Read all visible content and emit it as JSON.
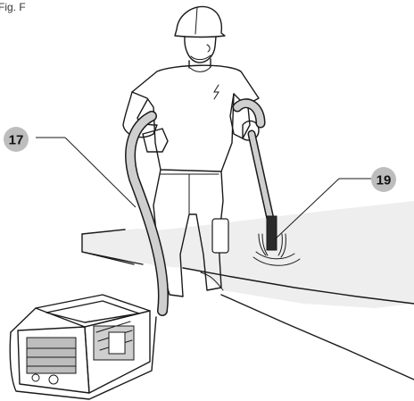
{
  "figure": {
    "label": "Fig. F"
  },
  "callouts": [
    {
      "number": "17",
      "refers_to": "hose"
    },
    {
      "number": "19",
      "refers_to": "vibrator-head"
    }
  ],
  "colors": {
    "line": "#1a1a1a",
    "hose_fill": "#cfcfcf",
    "concrete_fill": "#eeeeee",
    "callout_fill": "#bdbdbd",
    "machine_fill": "#e2e2e2"
  }
}
